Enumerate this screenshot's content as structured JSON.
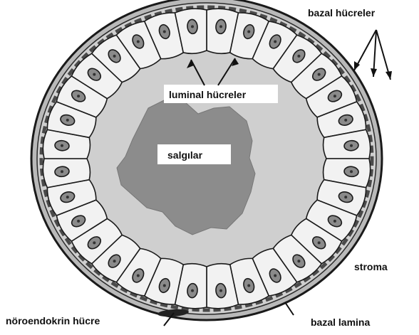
{
  "labels": {
    "basal_cells": "bazal hücreler",
    "luminal_cells": "luminal hücreler",
    "secretions": "salgılar",
    "stroma": "stroma",
    "neuroendocrine_cell": "nöroendokrin hücre",
    "basal_lamina": "bazal lamina"
  },
  "diagram": {
    "luminal_cell_count": 32,
    "colors": {
      "stroma_ring": "#b9b9b9",
      "cell_fill": "#f2f2f2",
      "nucleus": "#8a8a8a",
      "secretion": "#8c8c8c",
      "outline": "#1a1a1a"
    }
  }
}
